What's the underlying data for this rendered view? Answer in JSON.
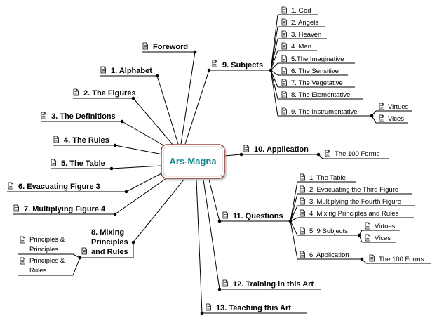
{
  "colors": {
    "center_text": "#1a8a8a",
    "center_border": "#8b1a1a",
    "center_fill": "#ffffff",
    "line": "#000000",
    "text": "#000000"
  },
  "icon": "document-icon",
  "center": {
    "label": "Ars-Magna"
  },
  "branches": {
    "foreword": {
      "label": "Foreword"
    },
    "alphabet": {
      "label": "1. Alphabet"
    },
    "figures": {
      "label": "2. The  Figures"
    },
    "definitions": {
      "label": "3. The Definitions"
    },
    "rules": {
      "label": "4. The Rules"
    },
    "table": {
      "label": "5. The Table"
    },
    "evacuating": {
      "label": "6. Evacuating Figure 3"
    },
    "multiplying": {
      "label": "7. Multiplying Figure 4"
    },
    "mixing": {
      "line1": "8. Mixing",
      "line2": "Principles",
      "line3": "and Rules",
      "children": [
        {
          "line1": "Principles &",
          "line2": "Principles"
        },
        {
          "line1": "Principles &",
          "line2": "Rules"
        }
      ]
    },
    "subjects": {
      "label": "9.  Subjects",
      "children": [
        {
          "label": "1. God"
        },
        {
          "label": "2. Angels"
        },
        {
          "label": "3. Heaven"
        },
        {
          "label": "4. Man"
        },
        {
          "label": "5.The Imaginative"
        },
        {
          "label": "6. The Sensitive"
        },
        {
          "label": "7. The Vegetative"
        },
        {
          "label": "8. The Elementative"
        },
        {
          "label": "9. The Instrumentative"
        }
      ],
      "instrumentative_children": [
        {
          "label": "Virtues"
        },
        {
          "label": "Vices"
        }
      ]
    },
    "application": {
      "label": "10. Application",
      "children": [
        {
          "label": "The 100 Forms"
        }
      ]
    },
    "questions": {
      "label": "11. Questions",
      "children": [
        {
          "label": "1. The Table"
        },
        {
          "label": "2. Evacuating the Third Figure"
        },
        {
          "label": "3. Multiplying the Fourth Figure"
        },
        {
          "label": "4. Mixing Principles and Rules"
        },
        {
          "label": "5. 9 Subjects"
        },
        {
          "label": "6. Application"
        }
      ],
      "subjects_children": [
        {
          "label": "Virtues"
        },
        {
          "label": "Vices"
        }
      ],
      "application_children": [
        {
          "label": "The 100 Forms"
        }
      ]
    },
    "training": {
      "label": "12. Training in this Art"
    },
    "teaching": {
      "label": "13. Teaching this Art"
    }
  }
}
